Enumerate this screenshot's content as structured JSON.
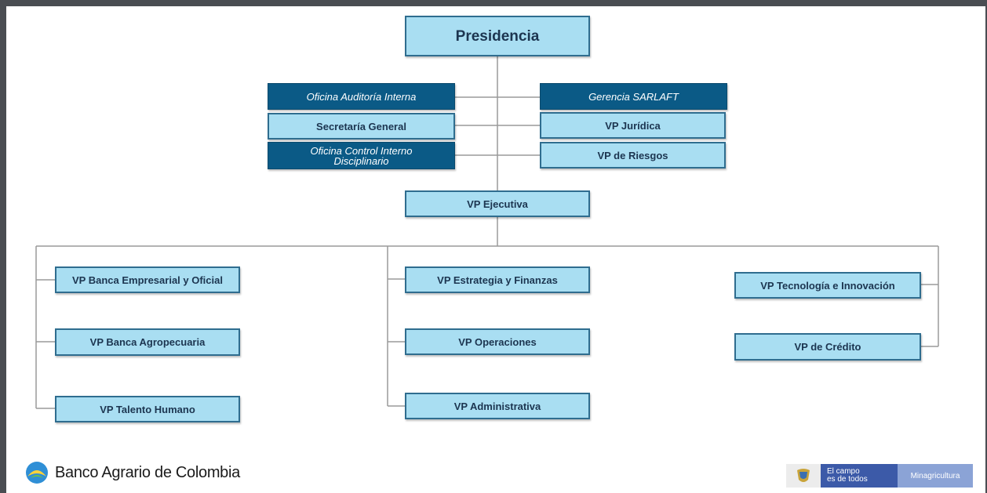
{
  "org_chart": {
    "presidencia": "Presidencia",
    "oficina_auditoria": "Oficina Auditoría Interna",
    "gerencia_sarlaft": "Gerencia SARLAFT",
    "secretaria_general": "Secretaría General",
    "vp_juridica": "VP Jurídica",
    "oficina_control_line1": "Oficina Control Interno",
    "oficina_control_line2": "Disciplinario",
    "vp_riesgos": "VP de Riesgos",
    "vp_ejecutiva": "VP Ejecutiva",
    "left_column": [
      "VP Banca Empresarial y Oficial",
      "VP Banca Agropecuaria",
      "VP Talento Humano"
    ],
    "middle_column": [
      "VP Estrategia y Finanzas",
      "VP Operaciones",
      "VP Administrativa"
    ],
    "right_column": [
      "VP Tecnología e Innovación",
      "VP de Crédito"
    ]
  },
  "footer": {
    "bank_name": "Banco Agrario de Colombia",
    "campo_line1": "El campo",
    "campo_line2": "es de todos",
    "ministry": "Minagricultura"
  },
  "colors": {
    "light_box": "#a9def2",
    "dark_box": "#0b5a86",
    "border": "#2f6d8f"
  }
}
